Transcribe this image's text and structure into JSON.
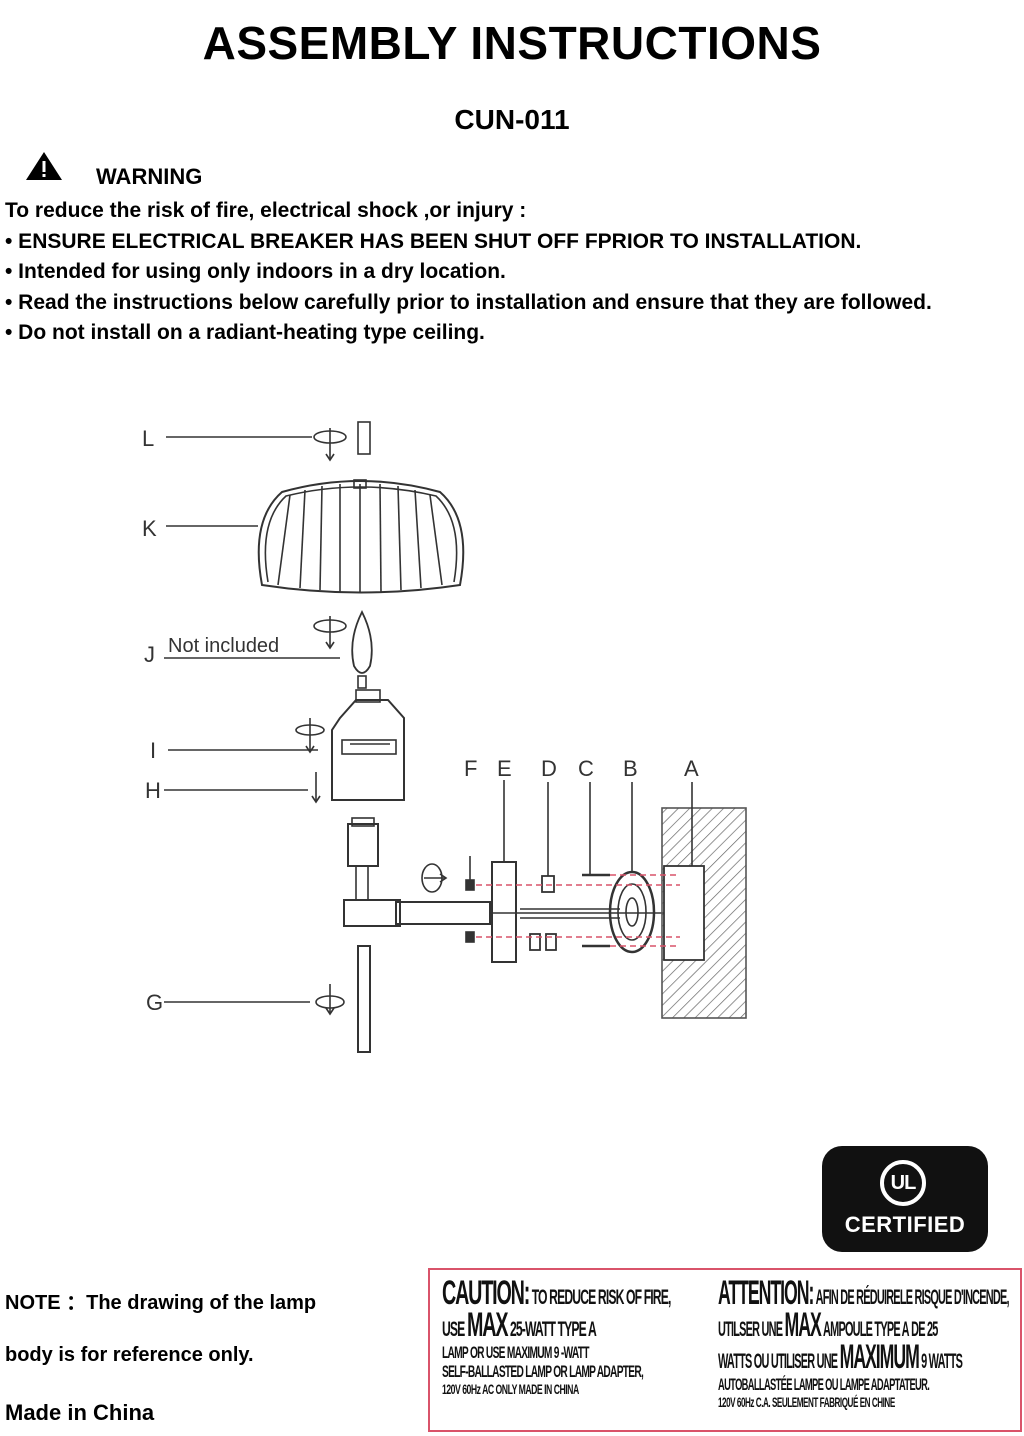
{
  "header": {
    "title": "ASSEMBLY INSTRUCTIONS",
    "model": "CUN-011"
  },
  "warning": {
    "label": "WARNING",
    "icon": "warning-triangle-icon",
    "lines": [
      "To reduce the risk of fire, electrical shock ,or injury :",
      "• ENSURE ELECTRICAL BREAKER HAS BEEN SHUT OFF FPRIOR TO INSTALLATION.",
      "• Intended for using only indoors in a dry location.",
      "• Read the instructions below carefully prior to installation and ensure that they are followed.",
      "• Do not install on a radiant-heating type ceiling."
    ]
  },
  "diagram": {
    "labels": {
      "L": "L",
      "K": "K",
      "J": "J",
      "I": "I",
      "H": "H",
      "G": "G",
      "F": "F",
      "E": "E",
      "D": "D",
      "C": "C",
      "B": "B",
      "A": "A"
    },
    "not_included": "Not included"
  },
  "badge": {
    "ul": "UL",
    "text": "CERTIFIED"
  },
  "note": {
    "line1": "NOTE ：The drawing of the lamp",
    "line2": "body is for reference only."
  },
  "made_in": "Made in China",
  "caution": {
    "en": {
      "l1a": "CAUTION:",
      "l1b": "TO REDUCE RISK OF FIRE,",
      "l2a": "USE",
      "l2b": "MAX",
      "l2c": "25-WATT TYPE A",
      "l3": "LAMP OR USE MAXIMUM  9  -WATT",
      "l4": "SELF-BALLASTED LAMP OR LAMP ADAPTER,",
      "l5": "120V 60Hz AC ONLY MADE IN CHINA"
    },
    "fr": {
      "l1a": "ATTENTION:",
      "l1b": "AFIN DE RÉDUIRELE RISQUE D'INCENDE,",
      "l2a": "UTILSER UNE",
      "l2b": "MAX",
      "l2c": "AMPOULE TYPE A",
      "l2d": "DE 25",
      "l3a": "WATTS OU UTILISER UNE",
      "l3b": "MAXIMUM",
      "l3c": "9 WATTS",
      "l4": "AUTOBALLASTÉE LAMPE OU LAMPE ADAPTATEUR.",
      "l5": "120V 60Hz C.A. SEULEMENT FABRIQUÉ EN CHINE"
    },
    "border_color": "#d9536a"
  }
}
